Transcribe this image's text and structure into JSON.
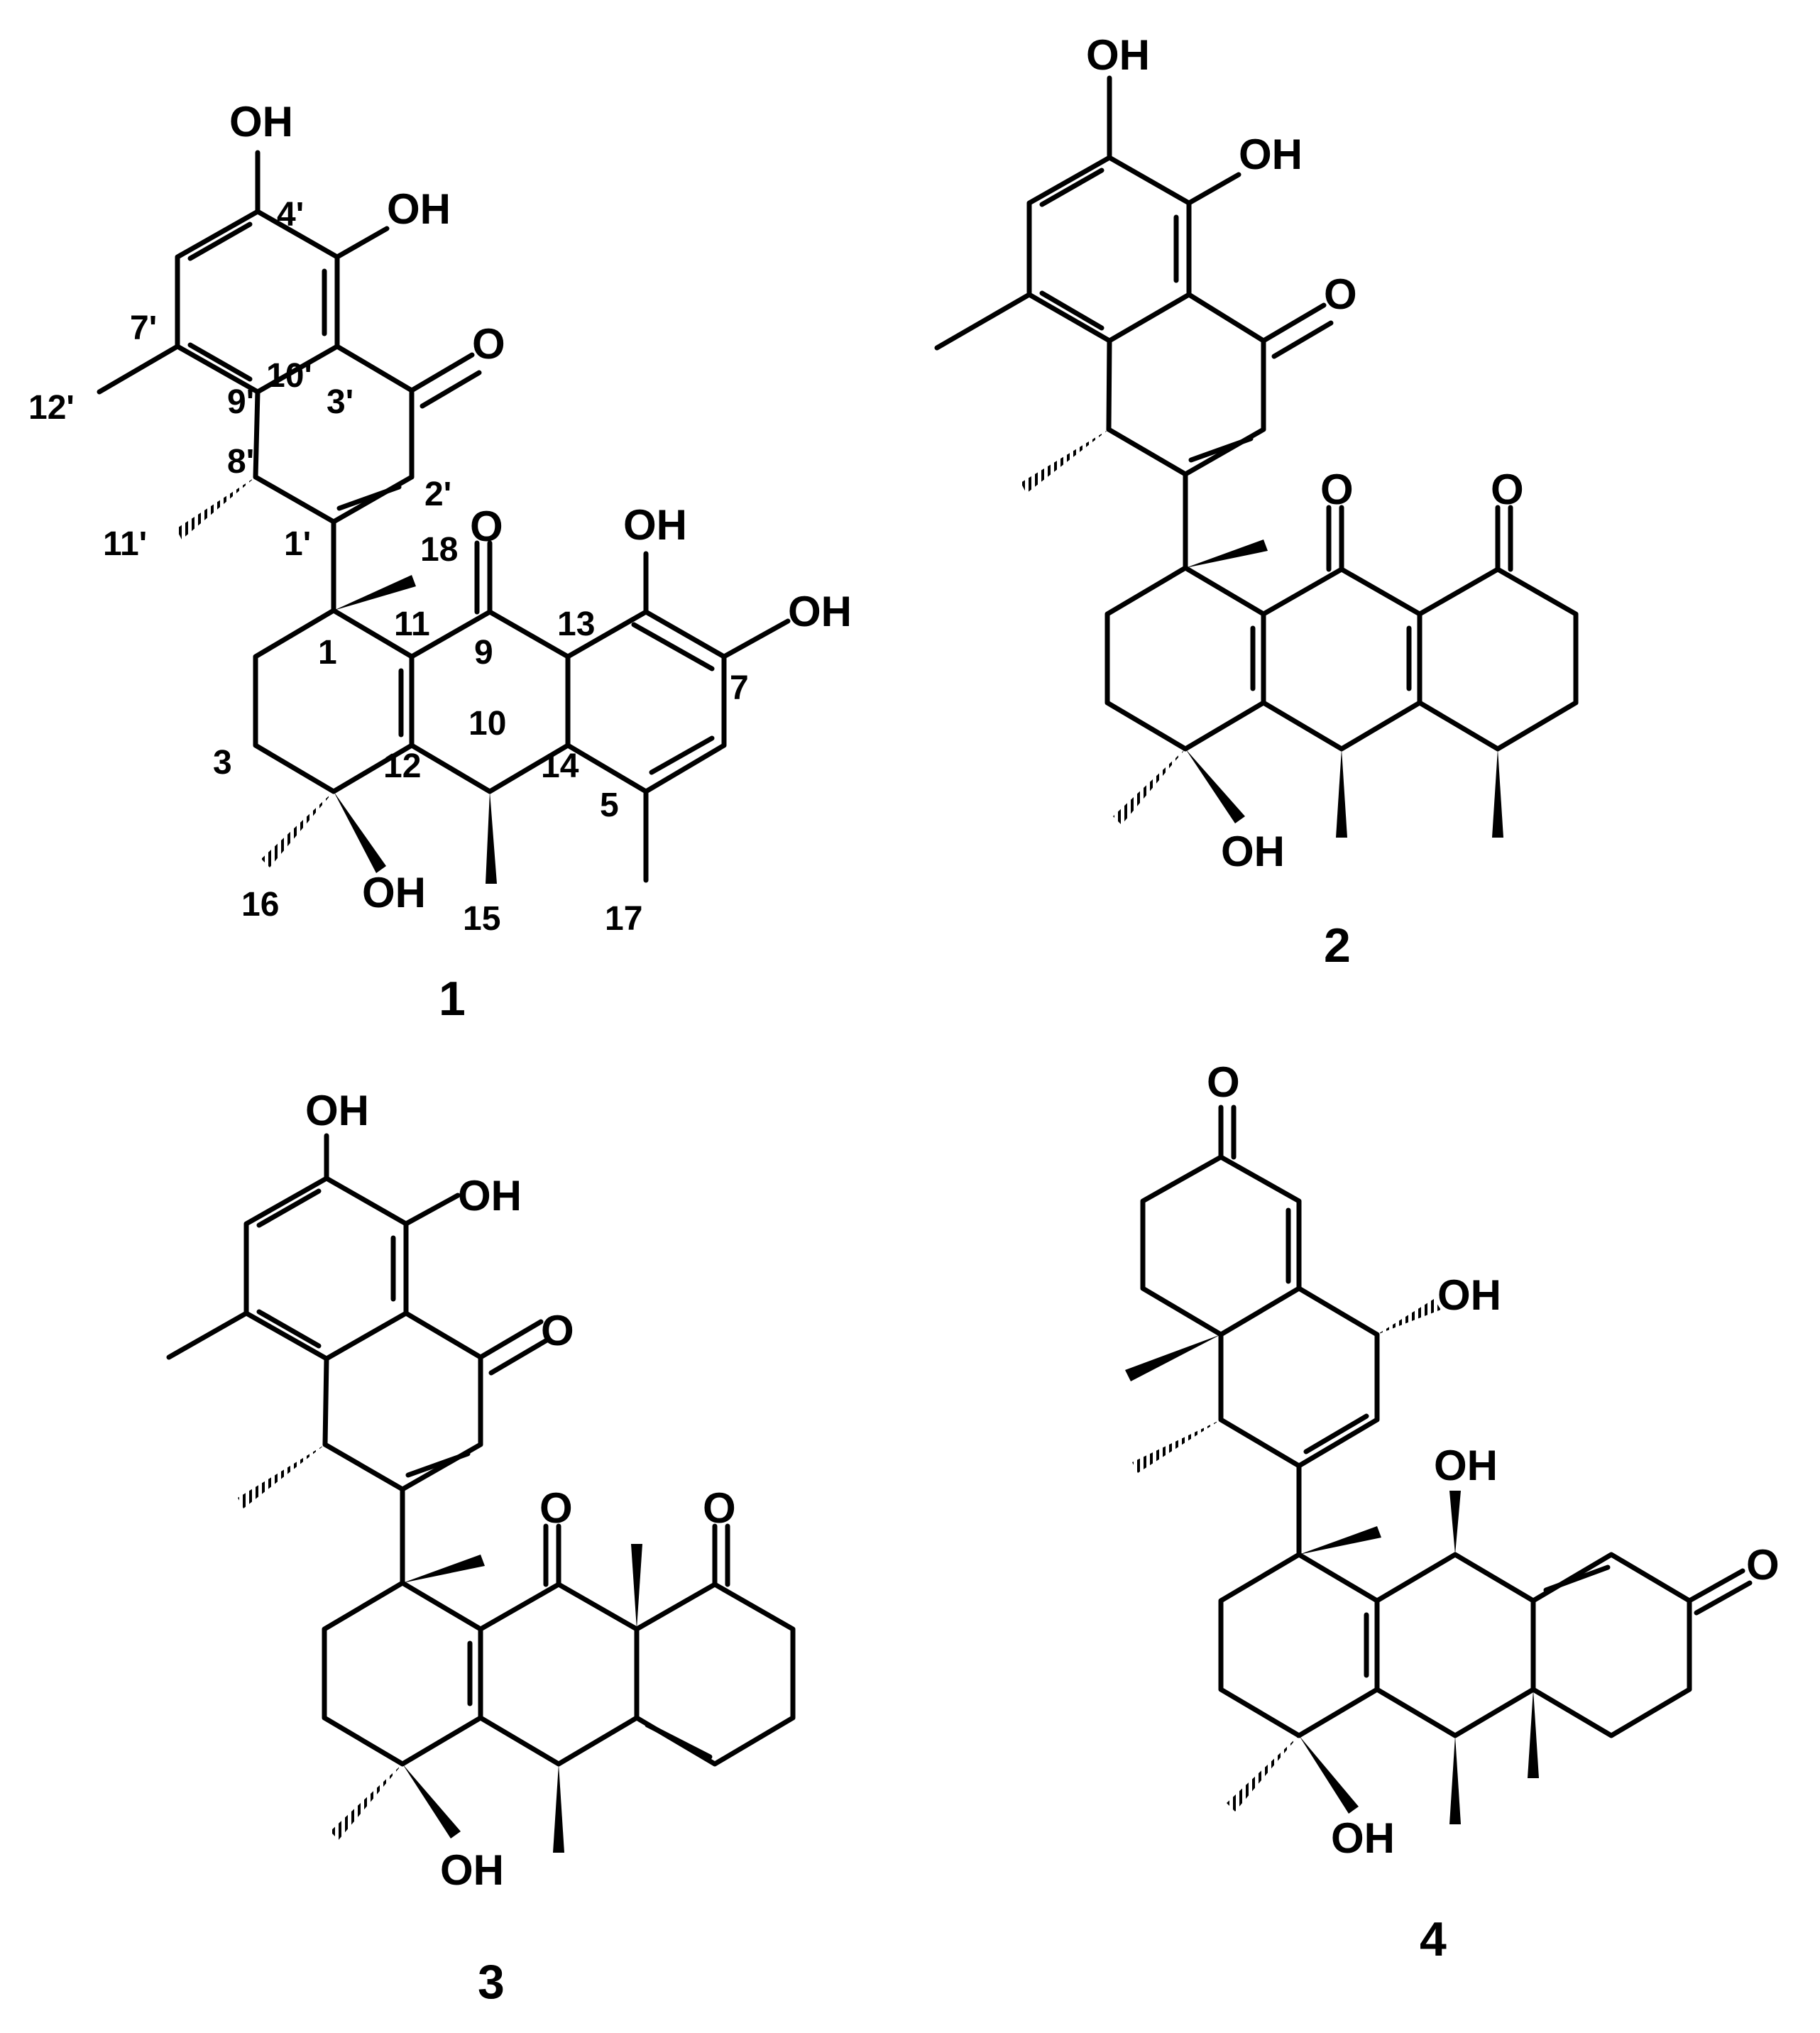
{
  "compounds": [
    {
      "id": "1",
      "atom_labels": [
        "OH",
        "OH",
        "O",
        "O",
        "OH",
        "OH",
        "OH"
      ],
      "numbering": [
        "4'",
        "7'",
        "12'",
        "10'",
        "9'",
        "3'",
        "8'",
        "2'",
        "11'",
        "1'",
        "18",
        "11",
        "13",
        "9",
        "1",
        "7",
        "10",
        "3",
        "12",
        "14",
        "5",
        "16",
        "15",
        "17"
      ]
    },
    {
      "id": "2",
      "atom_labels": [
        "OH",
        "OH",
        "O",
        "O",
        "O",
        "OH"
      ],
      "numbering": []
    },
    {
      "id": "3",
      "atom_labels": [
        "OH",
        "OH",
        "O",
        "O",
        "O",
        "OH"
      ],
      "numbering": []
    },
    {
      "id": "4",
      "atom_labels": [
        "O",
        "OH",
        "OH",
        "O",
        "OH"
      ],
      "numbering": []
    }
  ]
}
